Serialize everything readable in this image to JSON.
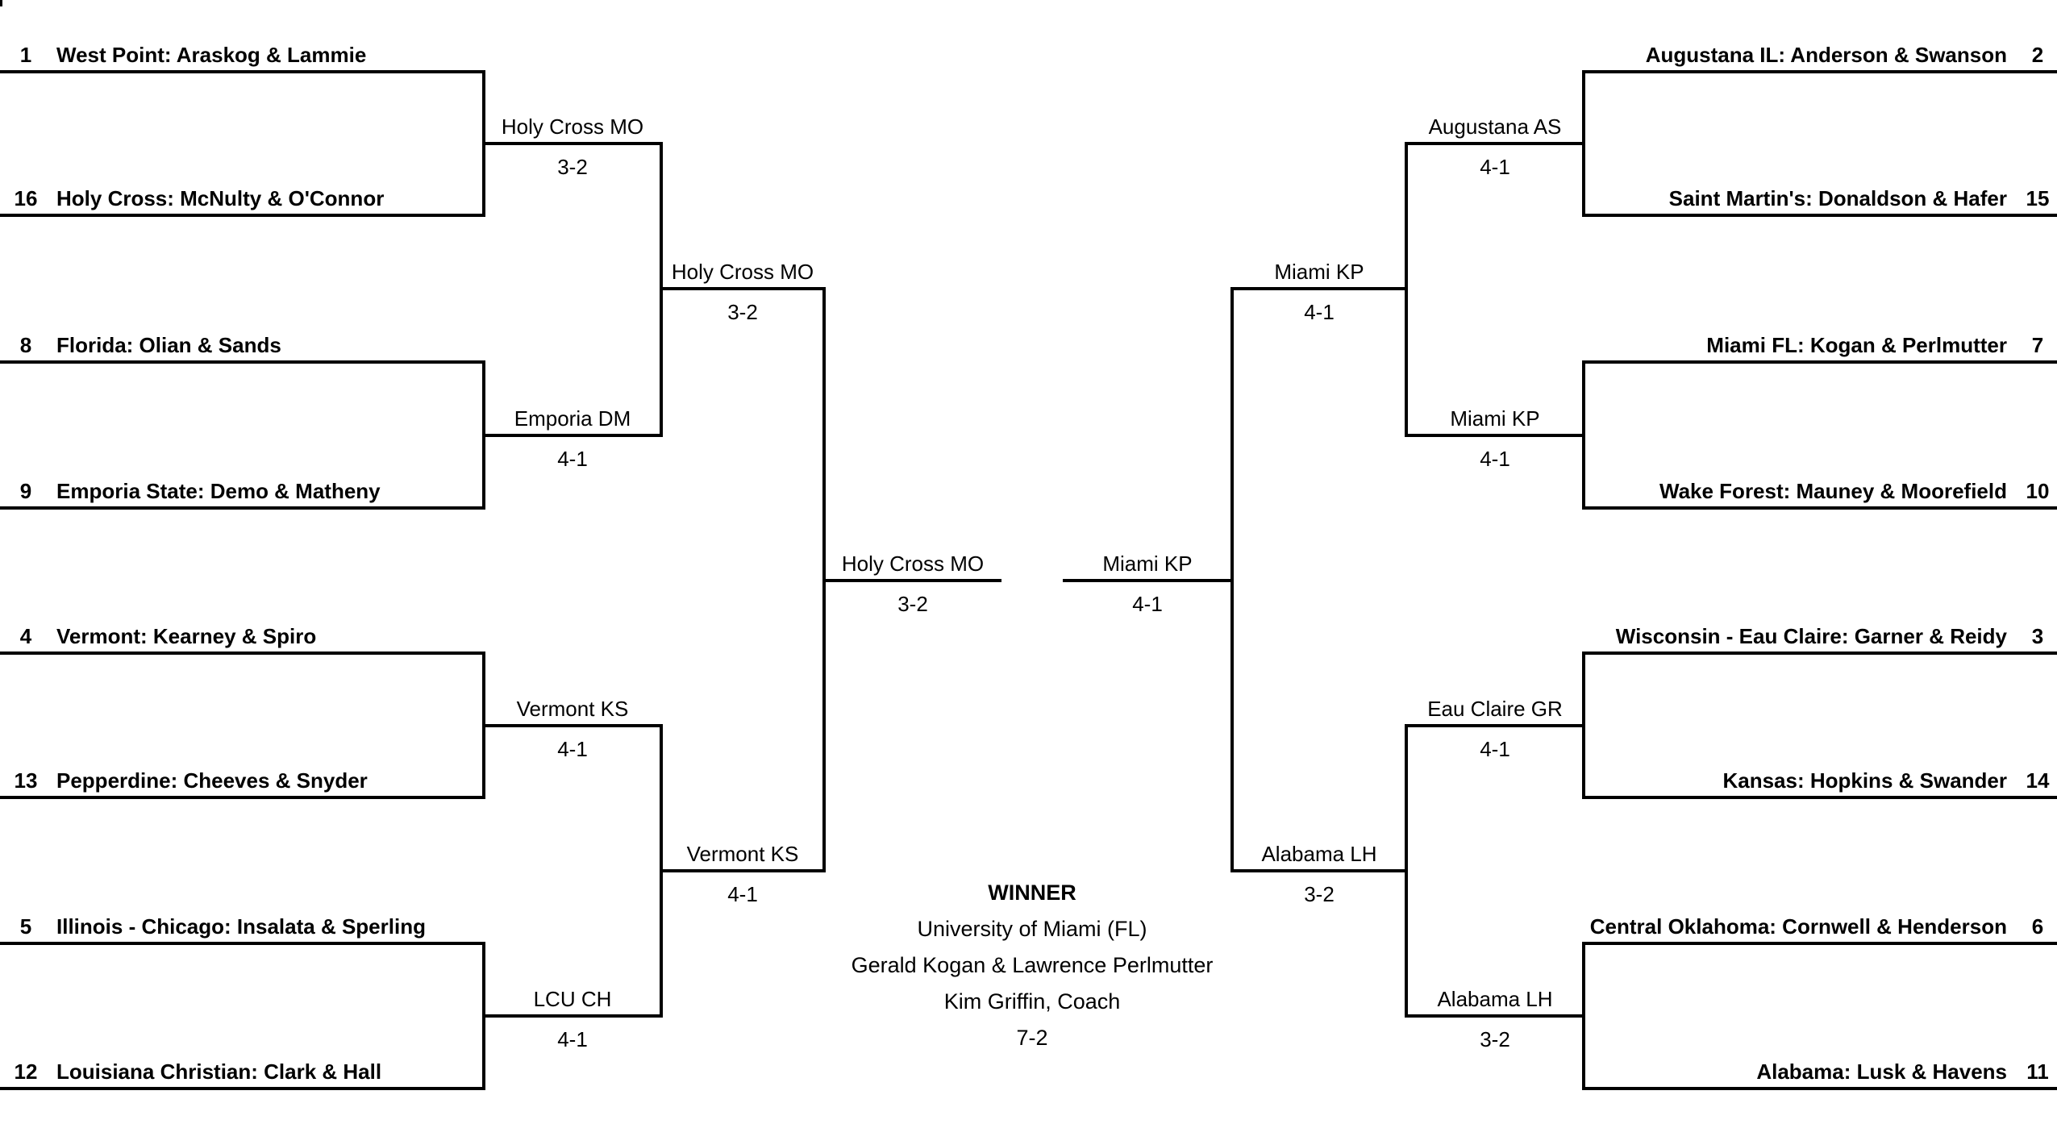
{
  "colors": {
    "line": "#000000",
    "background": "#ffffff",
    "text": "#000000"
  },
  "bracket": {
    "left": {
      "round1": [
        {
          "seed": "1",
          "team": "West Point: Araskog & Lammie"
        },
        {
          "seed": "16",
          "team": "Holy Cross: McNulty & O'Connor"
        },
        {
          "seed": "8",
          "team": "Florida: Olian & Sands"
        },
        {
          "seed": "9",
          "team": "Emporia State: Demo & Matheny"
        },
        {
          "seed": "4",
          "team": "Vermont: Kearney & Spiro"
        },
        {
          "seed": "13",
          "team": "Pepperdine: Cheeves & Snyder"
        },
        {
          "seed": "5",
          "team": "Illinois - Chicago: Insalata & Sperling"
        },
        {
          "seed": "12",
          "team": "Louisiana Christian: Clark & Hall"
        }
      ],
      "round2": [
        {
          "winner": "Holy Cross MO",
          "score": "3-2"
        },
        {
          "winner": "Emporia DM",
          "score": "4-1"
        },
        {
          "winner": "Vermont KS",
          "score": "4-1"
        },
        {
          "winner": "LCU CH",
          "score": "4-1"
        }
      ],
      "semifinals": [
        {
          "winner": "Holy Cross MO",
          "score": "3-2"
        },
        {
          "winner": "Vermont KS",
          "score": "4-1"
        }
      ],
      "final": {
        "winner": "Holy Cross MO",
        "score": "3-2"
      }
    },
    "right": {
      "round1": [
        {
          "seed": "2",
          "team": "Augustana IL: Anderson & Swanson"
        },
        {
          "seed": "15",
          "team": "Saint Martin's: Donaldson & Hafer"
        },
        {
          "seed": "7",
          "team": "Miami FL: Kogan & Perlmutter"
        },
        {
          "seed": "10",
          "team": "Wake Forest: Mauney & Moorefield"
        },
        {
          "seed": "3",
          "team": "Wisconsin - Eau Claire: Garner & Reidy"
        },
        {
          "seed": "14",
          "team": "Kansas: Hopkins & Swander"
        },
        {
          "seed": "6",
          "team": "Central Oklahoma: Cornwell & Henderson"
        },
        {
          "seed": "11",
          "team": "Alabama: Lusk & Havens"
        }
      ],
      "round2": [
        {
          "winner": "Augustana AS",
          "score": "4-1"
        },
        {
          "winner": "Miami KP",
          "score": "4-1"
        },
        {
          "winner": "Eau Claire GR",
          "score": "4-1"
        },
        {
          "winner": "Alabama LH",
          "score": "3-2"
        }
      ],
      "semifinals": [
        {
          "winner": "Miami KP",
          "score": "4-1"
        },
        {
          "winner": "Alabama LH",
          "score": "3-2"
        }
      ],
      "final": {
        "winner": "Miami KP",
        "score": "4-1"
      }
    },
    "champion": {
      "heading": "WINNER",
      "school": "University of Miami (FL)",
      "players": "Gerald Kogan & Lawrence Perlmutter",
      "coach": "Kim Griffin, Coach",
      "record": "7-2"
    }
  }
}
